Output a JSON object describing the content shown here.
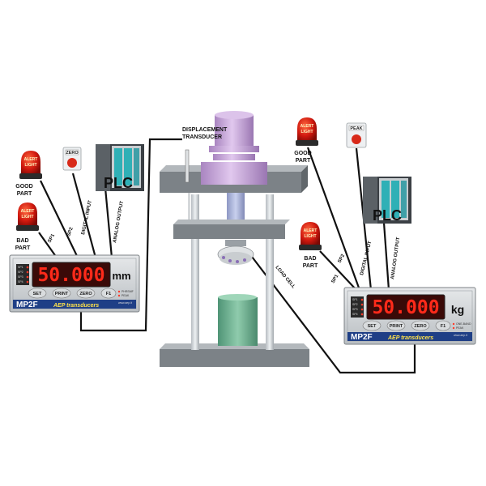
{
  "labels": {
    "displacement": "DISPLACEMENT",
    "transducer": "TRANSDUCER",
    "load_cell": "LOAD CELL",
    "good": "GOOD",
    "part": "PART",
    "bad": "BAD",
    "sp1": "SP1",
    "sp2": "SP2",
    "digital_input": "DIGITAL INPUT",
    "analog_output": "ANALOG OUTPUT",
    "zero_button": "ZERO",
    "peak_button": "PEAK",
    "alert_line1": "ALERT",
    "alert_line2": "LIGHT",
    "plc": "PLC"
  },
  "indicator_left": {
    "value": "50.000",
    "unit": "mm",
    "model": "MP2F",
    "brand": "AEP transducers",
    "sp": [
      "SP1",
      "SP2",
      "SP3",
      "SP4"
    ],
    "buttons": [
      "SET",
      "PRINT",
      "ZERO",
      "F1"
    ],
    "modes": [
      "PHRSMF",
      "PEAK"
    ],
    "site": "www.aep.it"
  },
  "indicator_right": {
    "value": "50.000",
    "unit": "kg",
    "model": "MP2F",
    "brand": "AEP transducers",
    "sp": [
      "SP1",
      "SP2",
      "SP3",
      "SP4"
    ],
    "buttons": [
      "SET",
      "PRINT",
      "ZERO",
      "F1"
    ],
    "modes": [
      "ONE-BAND",
      "PEAK"
    ],
    "site": "www.aep.it"
  },
  "colors": {
    "frame": "#8e9499",
    "frame_dark": "#5f6569",
    "cylinder": "#c9a7dc",
    "rod": "#aab4d8",
    "specimen": "#6fae8e",
    "indicator_body": "#cfd3d6",
    "display_bg": "#3a0a08",
    "led": "#ff2a1a",
    "model_bar": "#1f3f86",
    "alert_red": "#c41a10",
    "plc_body": "#3b4045"
  }
}
